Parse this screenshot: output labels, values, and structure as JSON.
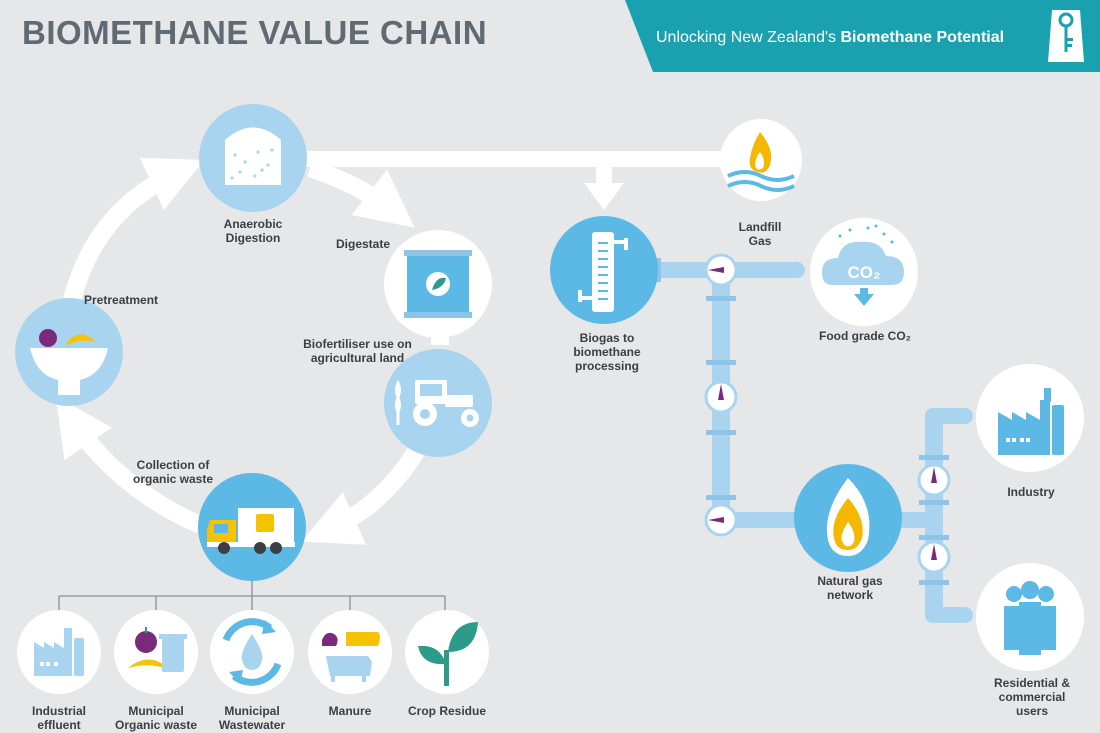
{
  "header": {
    "title": "BIOMETHANE VALUE CHAIN",
    "banner_prefix": "Unlocking New Zealand's",
    "banner_bold": "Biomethane Potential"
  },
  "labels": {
    "anaerobic_digestion": "Anaerobic\nDigestion",
    "digestate": "Digestate",
    "biofertiliser": "Biofertiliser use on\nagricultural land",
    "pretreatment": "Pretreatment",
    "collection": "Collection of\norganic waste",
    "landfill_gas": "Landfill\nGas",
    "biogas_processing": "Biogas to\nbiomethane\nprocessing",
    "food_co2": "Food grade CO₂",
    "co2_icon_text": "CO₂",
    "industry": "Industry",
    "natural_gas": "Natural gas\nnetwork",
    "residential": "Residential &\ncommercial\nusers"
  },
  "sources": [
    {
      "label": "Industrial\neffluent",
      "icon": "factory-icon"
    },
    {
      "label": "Municipal\nOrganic waste",
      "icon": "organic-waste-icon"
    },
    {
      "label": "Municipal\nWastewater",
      "icon": "wastewater-icon"
    },
    {
      "label": "Manure",
      "icon": "livestock-icon"
    },
    {
      "label": "Crop Residue",
      "icon": "seedling-icon"
    }
  ],
  "colors": {
    "background": "#e6e7e8",
    "circle_blue": "#a9d4f0",
    "icon_blue": "#5cb8e4",
    "banner_teal": "#1aa1b0",
    "arrow_white": "#ffffff",
    "pipe_blue": "#a9d4f0",
    "flame_yellow": "#f5b800",
    "accent_purple": "#7a2a7a"
  }
}
